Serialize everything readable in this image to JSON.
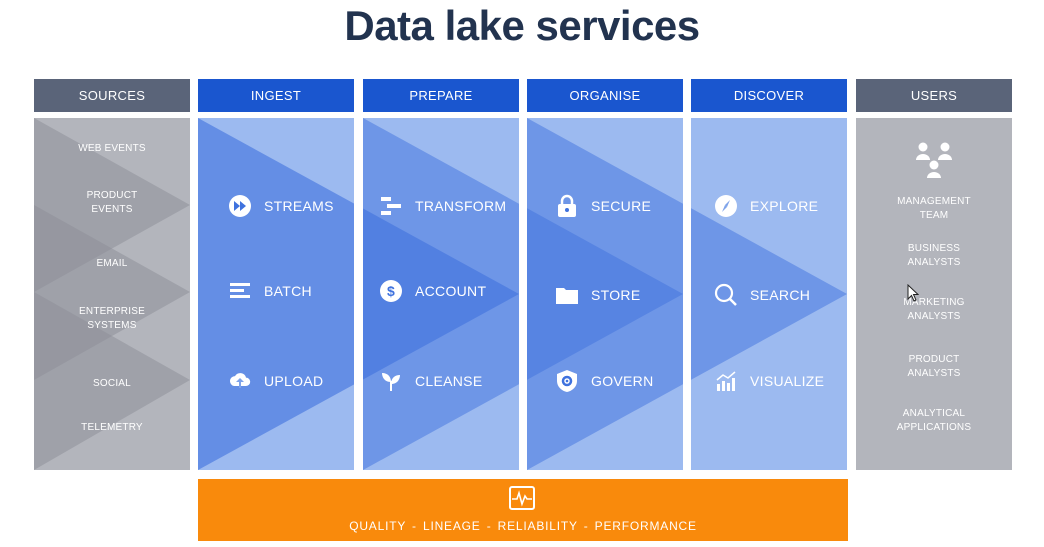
{
  "title": "Data lake services",
  "headers": {
    "sources": "SOURCES",
    "ingest": "INGEST",
    "prepare": "PREPARE",
    "organise": "ORGANISE",
    "discover": "DISCOVER",
    "users": "USERS"
  },
  "sources": [
    "WEB EVENTS",
    "PRODUCT\nEVENTS",
    "EMAIL",
    "ENTERPRISE\nSYSTEMS",
    "SOCIAL",
    "TELEMETRY"
  ],
  "ingest": [
    "STREAMS",
    "BATCH",
    "UPLOAD"
  ],
  "prepare": [
    "TRANSFORM",
    "ACCOUNT",
    "CLEANSE"
  ],
  "organise": [
    "SECURE",
    "STORE",
    "GOVERN"
  ],
  "discover": [
    "EXPLORE",
    "SEARCH",
    "VISUALIZE"
  ],
  "users": [
    "MANAGEMENT\nTEAM",
    "BUSINESS\nANALYSTS",
    "MARKETING\nANALYSTS",
    "PRODUCT\nANALYSTS",
    "ANALYTICAL\nAPPLICATIONS"
  ],
  "bottom_bar": "QUALITY  -  LINEAGE  -  RELIABILITY  -  PERFORMANCE",
  "icons": {
    "streams": "fast-forward-icon",
    "batch": "batch-lines-icon",
    "upload": "cloud-upload-icon",
    "transform": "transform-bars-icon",
    "account": "dollar-icon",
    "cleanse": "leaf-icon",
    "secure": "lock-icon",
    "store": "folder-icon",
    "govern": "shield-gear-icon",
    "explore": "compass-icon",
    "search": "search-icon",
    "visualize": "chart-icon",
    "users": "people-icon",
    "bar": "pulse-monitor-icon"
  },
  "colors": {
    "title": "#22334f",
    "header_gray": "#5a6479",
    "header_blue": "#1a56cf",
    "column_blue": "#9cbaf0",
    "column_gray": "#b3b5bc",
    "bar_orange": "#f98a0c"
  }
}
